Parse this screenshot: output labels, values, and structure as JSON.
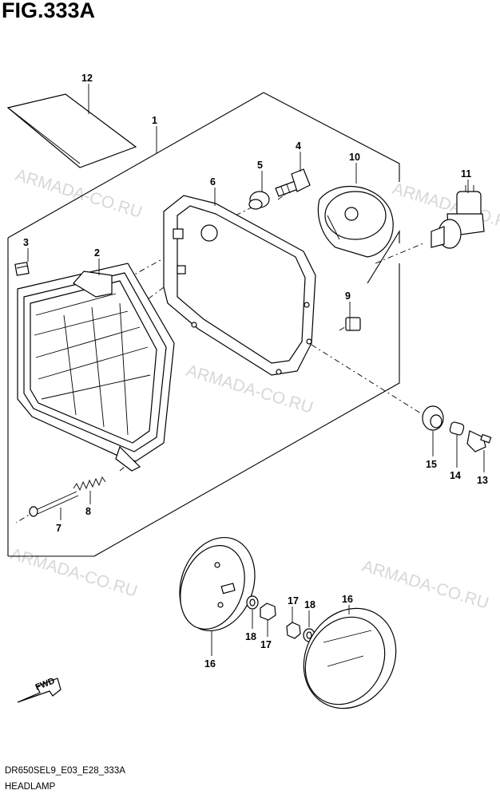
{
  "figure": {
    "title": "FIG.333A"
  },
  "watermarks": [
    "ARMADA-CO.RU",
    "ARMADA-CO.RU",
    "ARMADA-CO.RU",
    "ARMADA-CO.RU",
    "ARMADA-CO.RU"
  ],
  "callouts": {
    "c1": "1",
    "c2": "2",
    "c3": "3",
    "c4": "4",
    "c5": "5",
    "c6": "6",
    "c7": "7",
    "c8": "8",
    "c9": "9",
    "c10": "10",
    "c11": "11",
    "c12": "12",
    "c13": "13",
    "c14": "14",
    "c15": "15",
    "c16a": "16",
    "c16b": "16",
    "c17a": "17",
    "c17b": "17",
    "c18a": "18",
    "c18b": "18"
  },
  "fwd_label": "FWD",
  "footer": {
    "code": "DR650SEL9_E03_E28_333A",
    "name": "HEADLAMP"
  }
}
